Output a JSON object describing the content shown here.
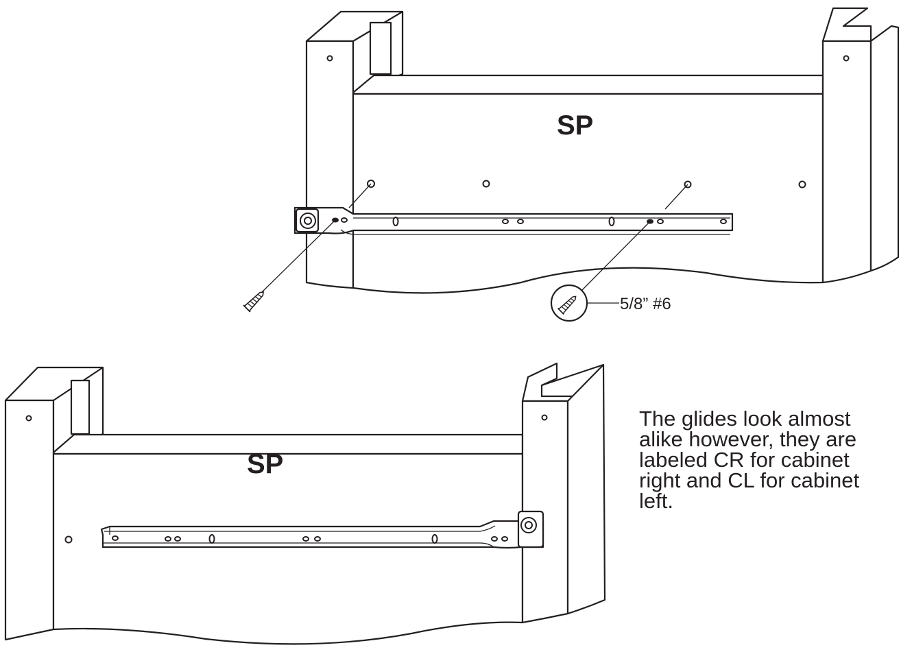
{
  "figure": {
    "top_panel": {
      "part_label": "SP"
    },
    "bottom_panel": {
      "part_label": "SP"
    },
    "screw_callout": {
      "label": "5/8” #6",
      "icon": "screw-icon"
    },
    "note": "The glides look almost\nalike however, they are\nlabeled CR for cabinet\nright and CL for cabinet\nleft."
  }
}
